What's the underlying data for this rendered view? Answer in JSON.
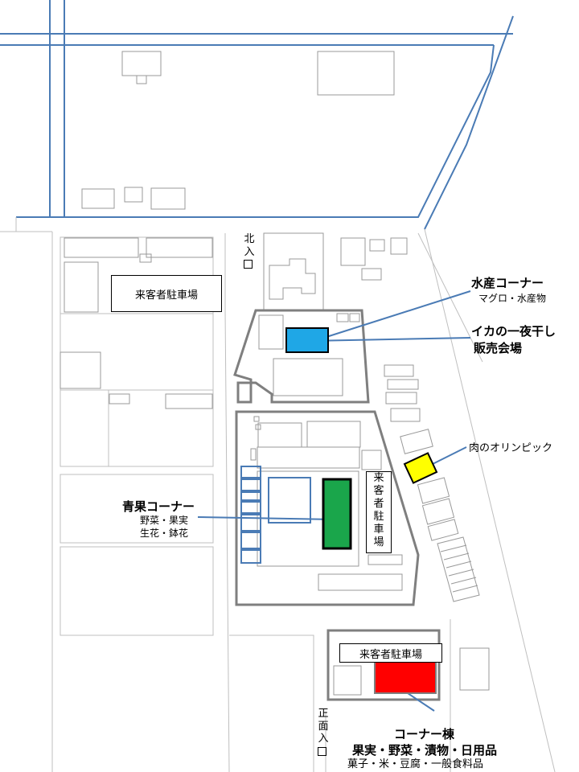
{
  "labels": {
    "parking_top": "来客者駐車場",
    "north_entrance": [
      "北",
      "入"
    ],
    "suisan_title": "水産コーナー",
    "suisan_sub": "マグロ・水産物",
    "ika_line1": "イカの一夜干し",
    "ika_line2": "販売会場",
    "meat": "肉のオリンピック",
    "seika_title": "青果コーナー",
    "seika_sub1": "野菜・果実",
    "seika_sub2": "生花・鉢花",
    "parking_middle": [
      "来",
      "客",
      "者",
      "駐",
      "車",
      "場"
    ],
    "parking_bottom": "来客者駐車場",
    "main_entrance": [
      "正",
      "面",
      "入"
    ],
    "corner_bldg_title": "コーナー棟",
    "corner_bldg_line1": "果実・野菜・漬物・日用品",
    "corner_bldg_line2": "菓子・米・豆腐・一般食料品"
  },
  "colors": {
    "suisan": "#1fa7e6",
    "seika": "#1aa64b",
    "meat": "#ffff00",
    "corner_bldg": "#ff0000",
    "leader": "#4a7bb5",
    "outline": "#7f7f7f",
    "road": "#4a7bb5"
  },
  "icons": {
    "entrance_marker": "square-outline-icon"
  }
}
